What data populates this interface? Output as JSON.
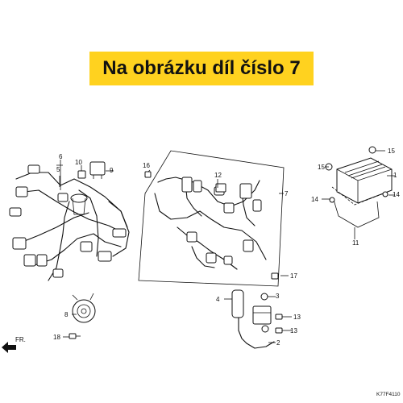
{
  "banner": {
    "text": "Na obrázku díl číslo 7",
    "background": "#ffd21f"
  },
  "callouts": [
    "1",
    "2",
    "3",
    "4",
    "5",
    "6",
    "7",
    "8",
    "9",
    "10",
    "11",
    "12",
    "13",
    "13",
    "14",
    "14",
    "15",
    "15",
    "16",
    "17",
    "18"
  ],
  "direction_label": "FR.",
  "diagram_code": "K77F4110"
}
